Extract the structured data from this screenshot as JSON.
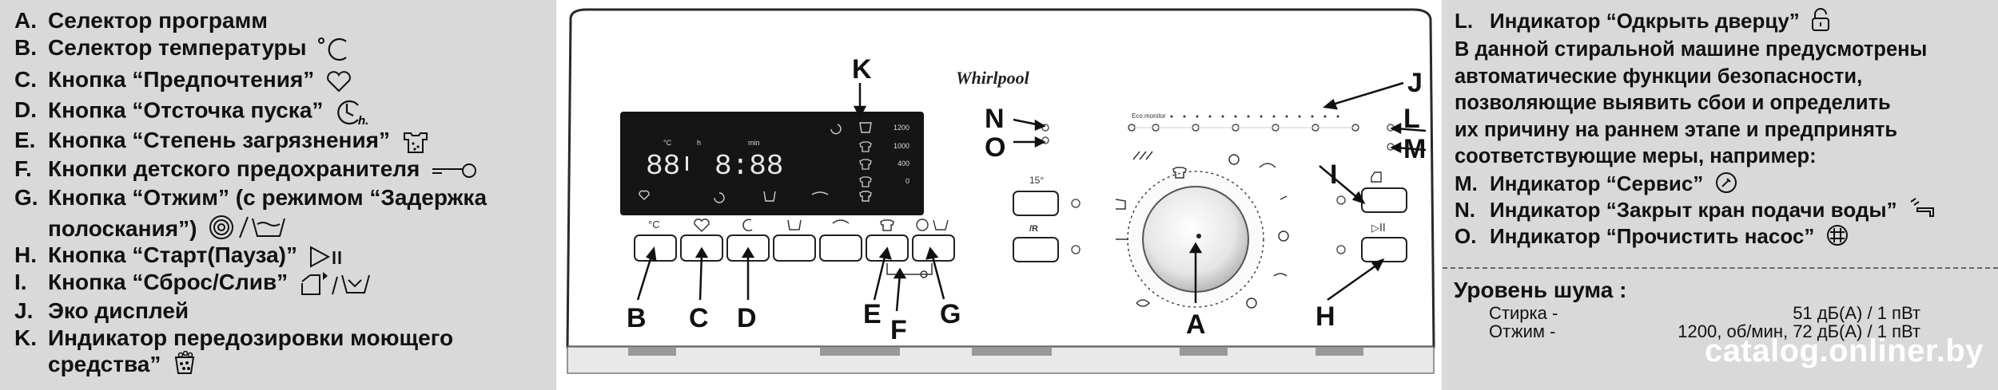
{
  "left_legend": [
    {
      "key": "A.",
      "text": "Селектор программ",
      "icon": null
    },
    {
      "key": "B.",
      "text": "Селектор температуры",
      "icon": "temperature-icon"
    },
    {
      "key": "C.",
      "text": "Кнопка “Предпочтения”",
      "icon": "heart-icon"
    },
    {
      "key": "D.",
      "text": "Кнопка “Отсточка пуска”",
      "icon": "delay-start-icon"
    },
    {
      "key": "E.",
      "text": "Кнопка “Степень загрязнения”",
      "icon": "soil-level-icon"
    },
    {
      "key": "F.",
      "text": "Кнопки детского предохранителя",
      "icon": "child-lock-icon"
    },
    {
      "key": "G.",
      "text": "Кнопка “Отжим” (с режимом “Задержка",
      "icon": null
    },
    {
      "key": "",
      "text": "полоскания”)",
      "icon": "spin-rinse-hold-icon"
    },
    {
      "key": "H.",
      "text": "Кнопка “Старт(Пауза)”",
      "icon": "start-pause-icon"
    },
    {
      "key": "I.",
      "text": "Кнопка “Сброс/Слив”",
      "icon": "reset-drain-icon"
    },
    {
      "key": "J.",
      "text": "Эко дисплей",
      "icon": null
    },
    {
      "key": "K.",
      "text": "Индикатор передозировки моющего",
      "icon": null
    },
    {
      "key": "",
      "text": "средства”",
      "icon": "detergent-overdose-icon"
    }
  ],
  "panel": {
    "brand": "Whirlpool",
    "eco_monitor": "Eco monitor",
    "display": {
      "temp_unit": "°C",
      "hours_label": "h",
      "minutes_label": "min",
      "temp_digits": "88",
      "time_digits": "8:88",
      "spin_values": [
        "1200",
        "1000",
        "400",
        "0"
      ]
    },
    "button_icons": {
      "temp": "°C",
      "start": "▷II"
    },
    "rinse_label": "15°",
    "callouts": [
      "A",
      "B",
      "C",
      "D",
      "E",
      "F",
      "G",
      "H",
      "I",
      "J",
      "K",
      "L",
      "M",
      "N",
      "O"
    ]
  },
  "right_legend": {
    "L": {
      "key": "L.",
      "text": "Индикатор “Одкрыть дверцу”",
      "icon": "door-unlock-icon"
    },
    "paragraph": [
      "В данной стиральной машине предусмотрены",
      "автоматические функции безопасности,",
      "позволяющие выявить сбои и определить",
      "их причину на раннем этапе и предпринять",
      "соответствующие меры, например:"
    ],
    "items": [
      {
        "key": "M.",
        "text": "Индикатор “Сервис”",
        "icon": "service-icon"
      },
      {
        "key": "N.",
        "text": "Индикатор “Закрыт кран подачи воды”",
        "icon": "water-tap-icon"
      },
      {
        "key": "O.",
        "text": "Индикатор “Прочистить насос”",
        "icon": "pump-filter-icon"
      }
    ]
  },
  "noise": {
    "title": "Уровень шума :",
    "rows": [
      {
        "label": "Стирка -",
        "value": "51 дБ(А) / 1 пВт"
      },
      {
        "label": "Отжим -",
        "value": "1200, об/мин, 72 дБ(А) / 1 пВт"
      }
    ]
  },
  "watermark": "catalog.onliner.by"
}
